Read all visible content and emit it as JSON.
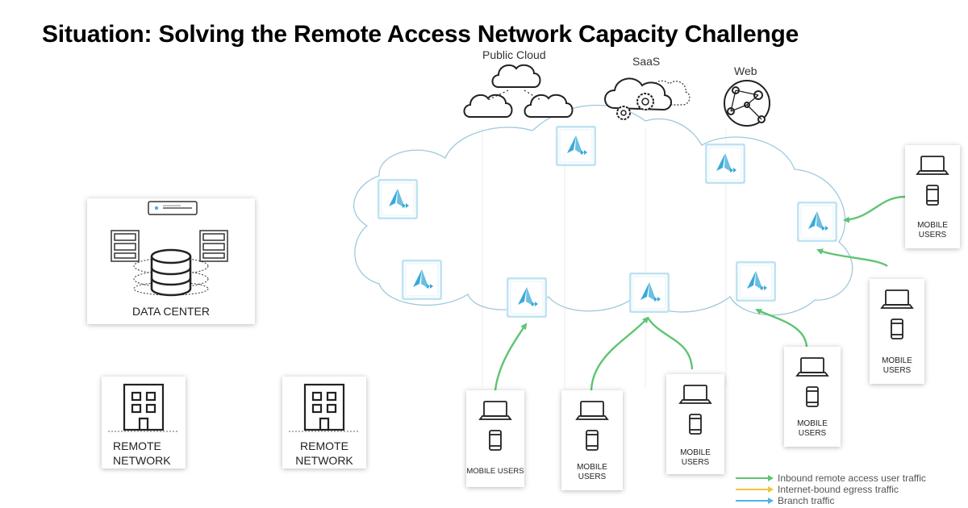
{
  "title": "Situation: Solving the Remote Access Network Capacity Challenge",
  "services": {
    "public_cloud": "Public Cloud",
    "saas": "SaaS",
    "web": "Web"
  },
  "data_center": {
    "label": "DATA CENTER"
  },
  "remote_networks": [
    {
      "line1": "REMOTE",
      "line2": "NETWORK"
    },
    {
      "line1": "REMOTE",
      "line2": "NETWORK"
    }
  ],
  "mobile_groups": [
    {
      "label": "MOBILE USERS"
    },
    {
      "line1": "MOBILE",
      "line2": "USERS"
    },
    {
      "line1": "MOBILE",
      "line2": "USERS"
    },
    {
      "line1": "MOBILE",
      "line2": "USERS"
    },
    {
      "line1": "MOBILE",
      "line2": "USERS"
    },
    {
      "line1": "MOBILE",
      "line2": "USERS"
    }
  ],
  "legend": [
    {
      "label": "Inbound remote access user traffic",
      "color": "#5ec472"
    },
    {
      "label": "Internet-bound egress traffic",
      "color": "#f2c43a"
    },
    {
      "label": "Branch traffic",
      "color": "#4db3e6"
    }
  ],
  "colors": {
    "accent": "#3aa9d9",
    "inbound": "#5ec472"
  }
}
